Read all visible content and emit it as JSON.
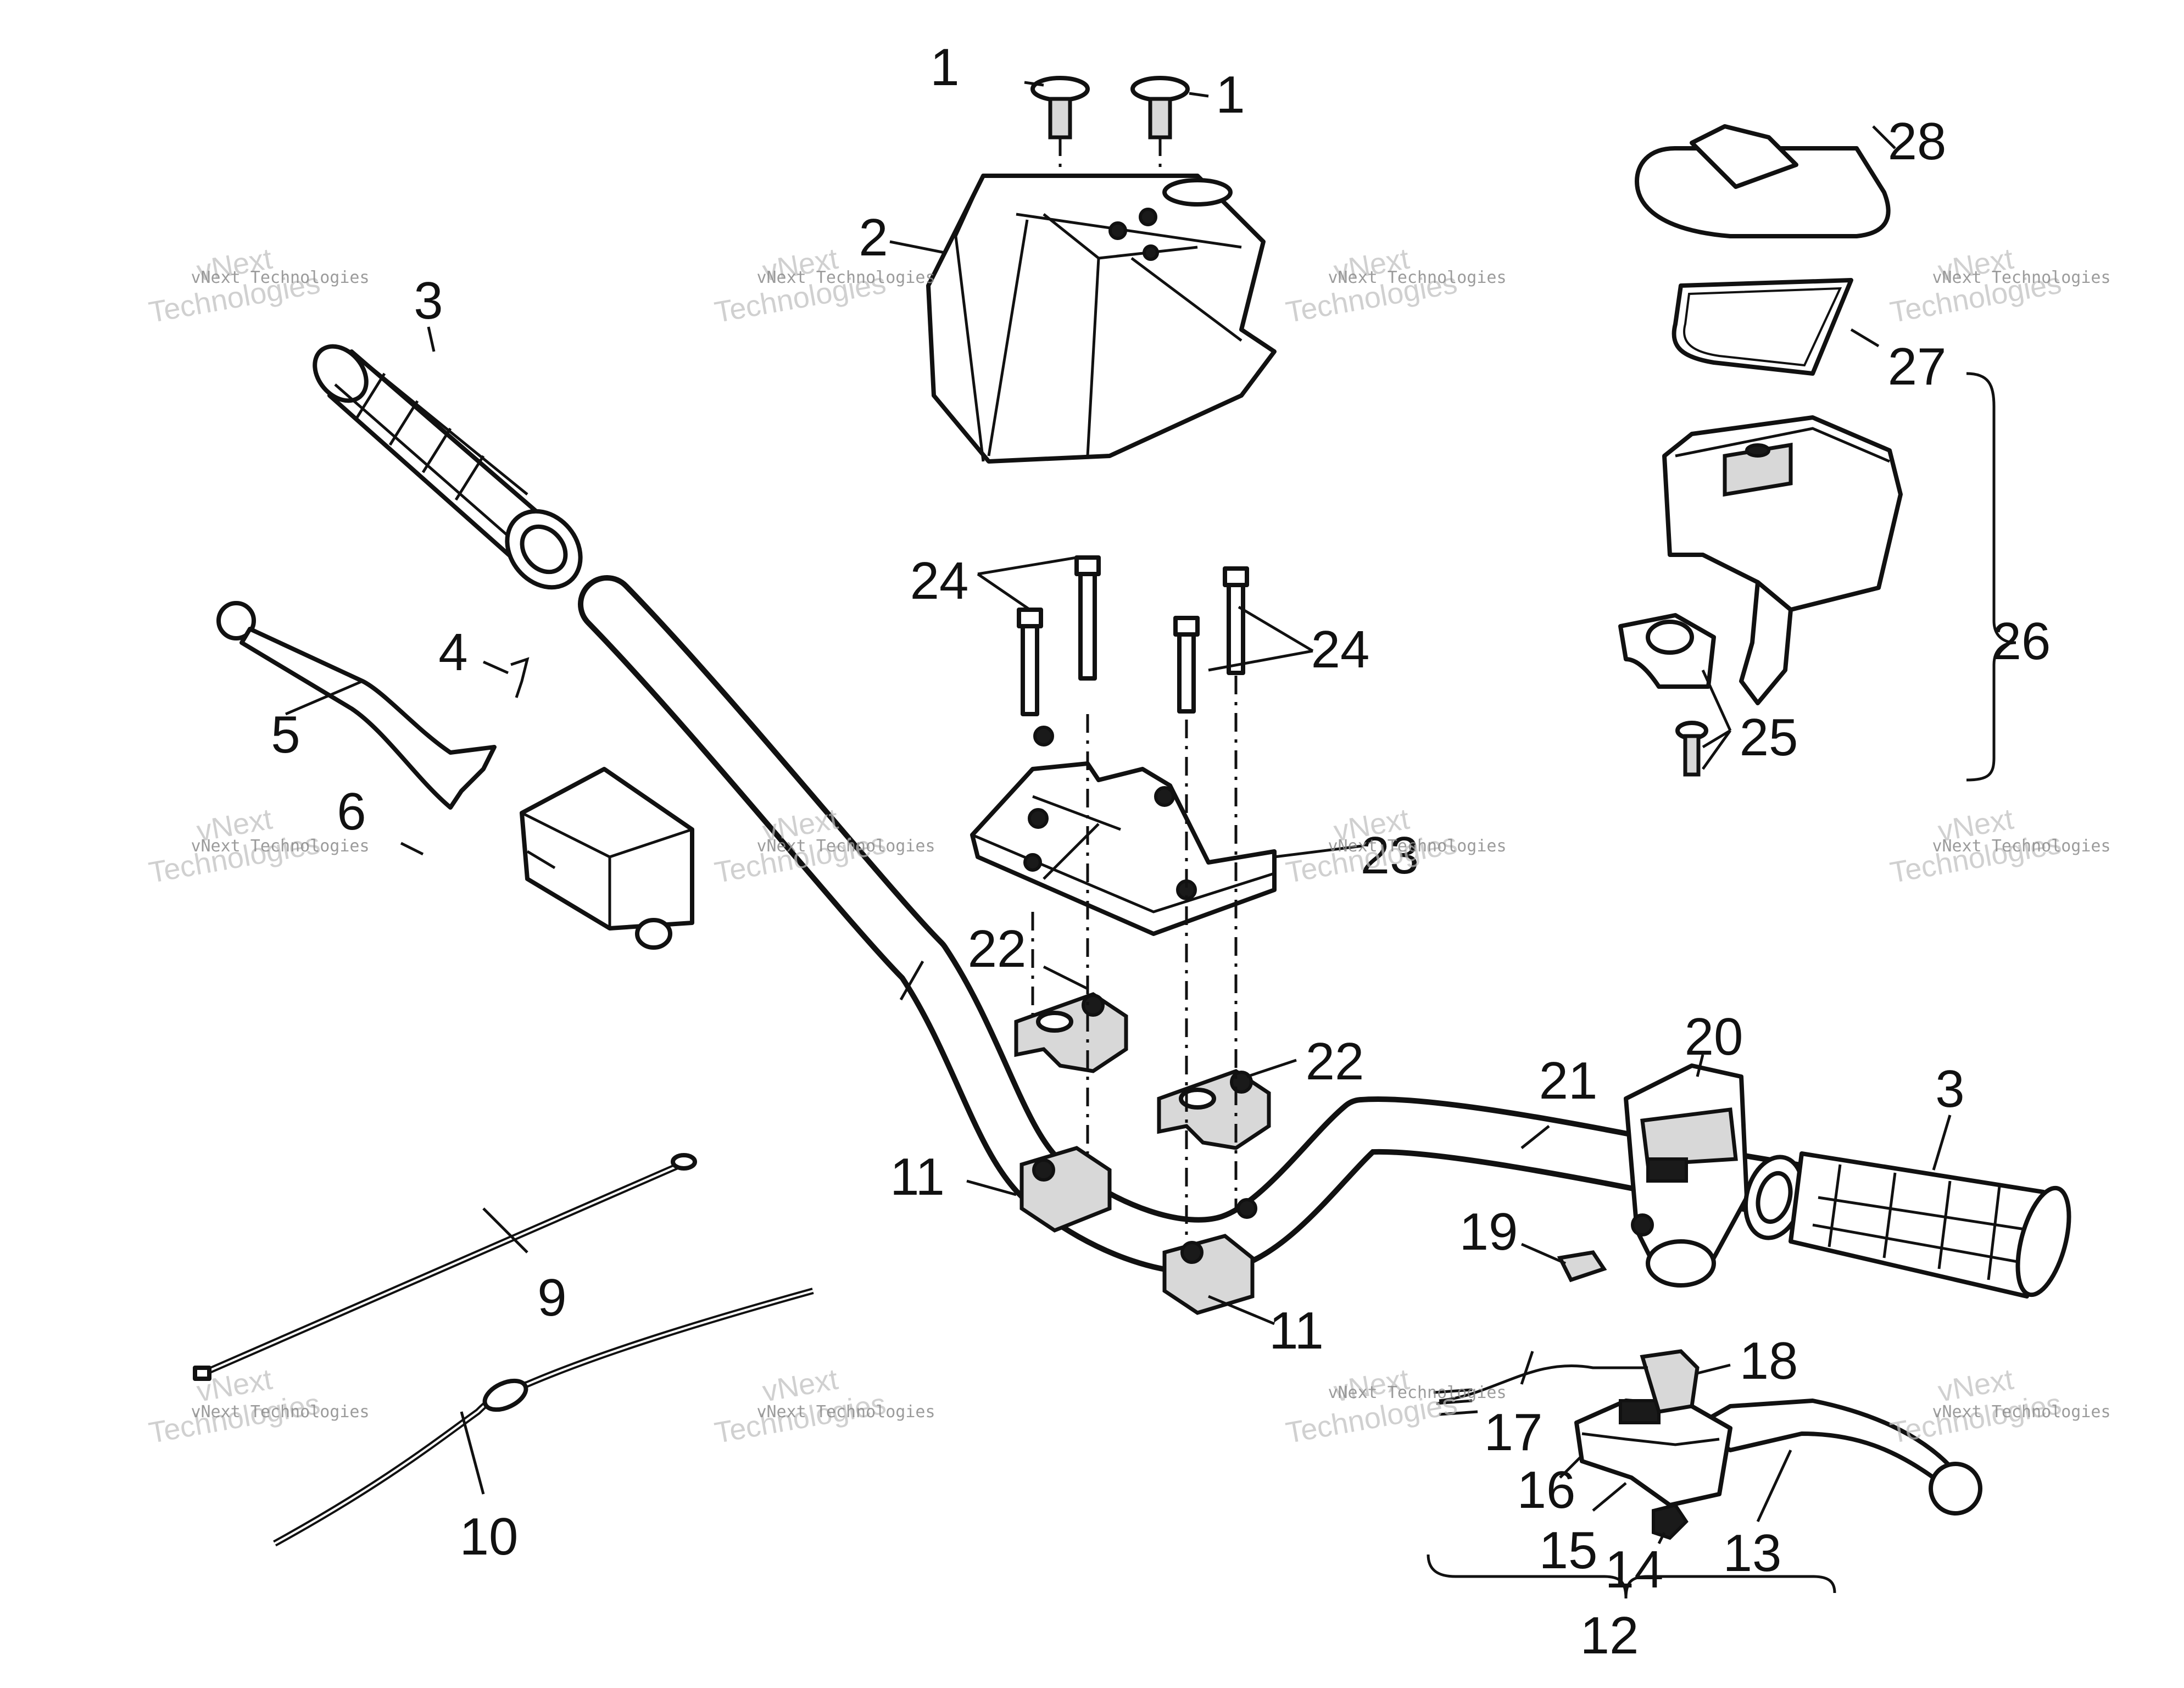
{
  "callouts": {
    "c1": "1",
    "c2": "2",
    "c3": "3",
    "c4": "4",
    "c5": "5",
    "c6": "6",
    "c9": "9",
    "c10": "10",
    "c11": "11",
    "c12": "12",
    "c13": "13",
    "c14": "14",
    "c15": "15",
    "c16": "16",
    "c17": "17",
    "c18": "18",
    "c19": "19",
    "c20": "20",
    "c21": "21",
    "c22": "22",
    "c23": "23",
    "c24": "24",
    "c25": "25",
    "c26": "26",
    "c27": "27",
    "c28": "28"
  },
  "watermark": {
    "line1": "vNext Technologies",
    "line2a": "vNext",
    "line2b": "Technologies"
  }
}
